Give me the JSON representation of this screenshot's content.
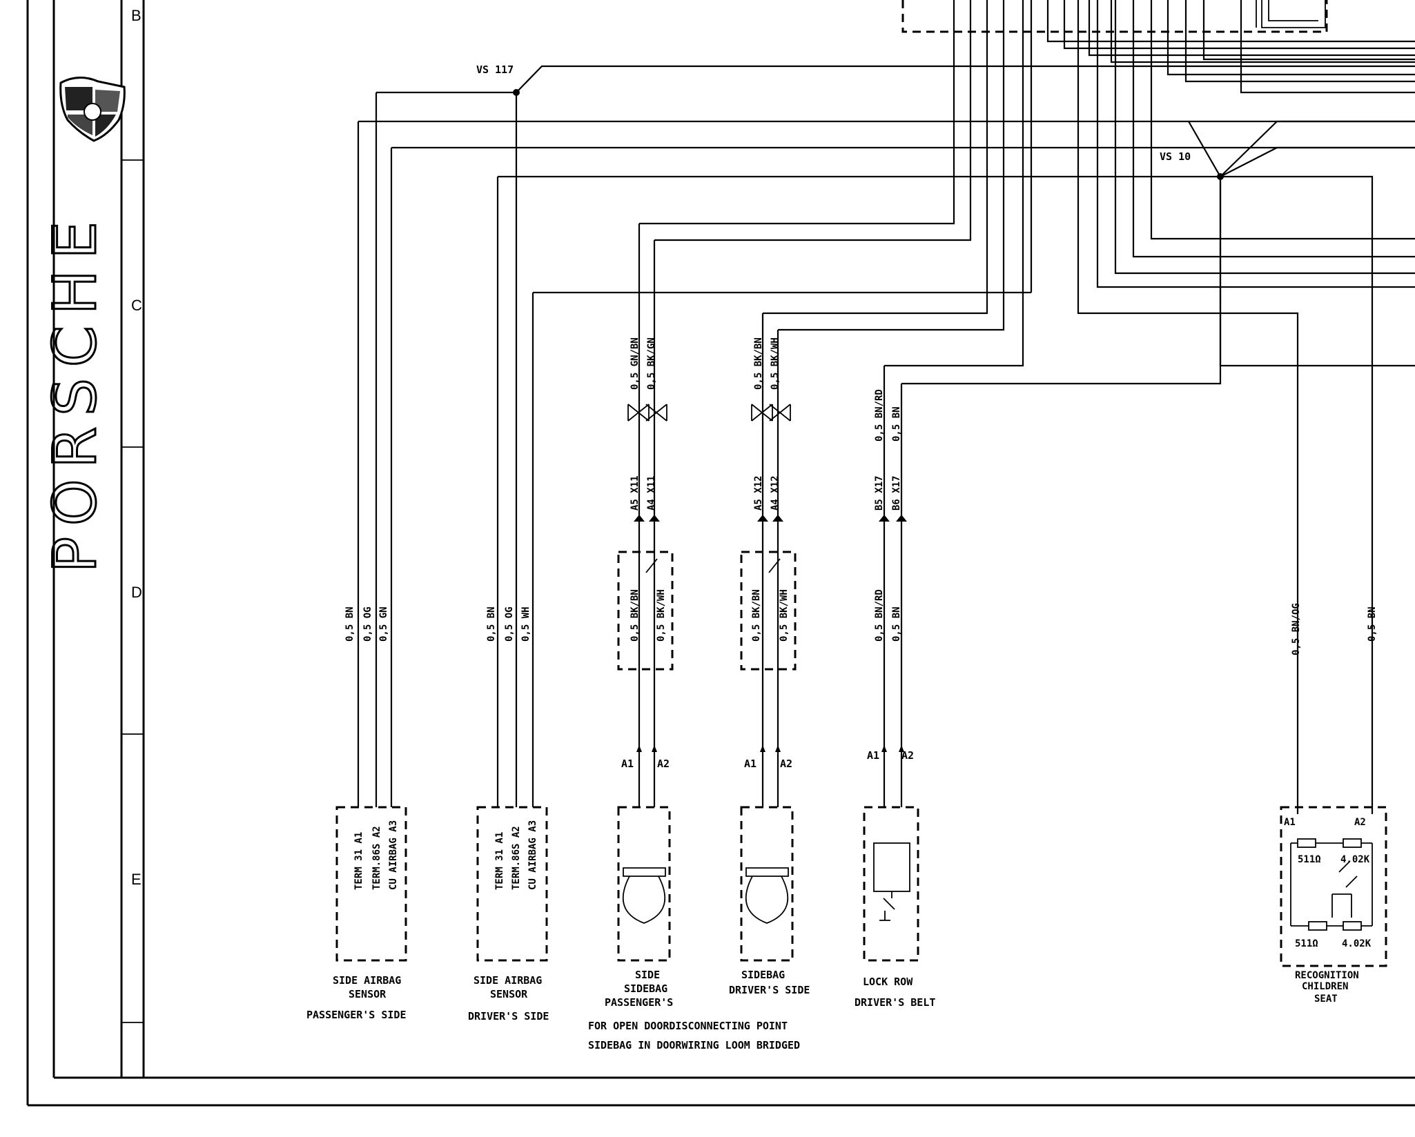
{
  "zones": [
    "B",
    "C",
    "D",
    "E"
  ],
  "brand": {
    "name": "PORSCHE"
  },
  "splices": [
    {
      "id": "vs117",
      "label": "VS 117"
    },
    {
      "id": "vs10",
      "label": "VS 10"
    }
  ],
  "sensors": [
    {
      "id": "passenger",
      "title": [
        "SIDE AIRBAG",
        "SENSOR",
        "PASSENGER'S SIDE"
      ],
      "pins": [
        "TERM 31 A1",
        "TERM.86S A2",
        "CU AIRBAG A3"
      ],
      "wires": [
        "0,5 BN",
        "0,5 OG",
        "0,5 GN"
      ]
    },
    {
      "id": "driver",
      "title": [
        "SIDE AIRBAG",
        "SENSOR",
        "DRIVER'S SIDE"
      ],
      "pins": [
        "TERM 31 A1",
        "TERM.86S A2",
        "CU AIRBAG A3"
      ],
      "wires": [
        "0,5 BN",
        "0,5 OG",
        "0,5 WH"
      ]
    }
  ],
  "sidebags": [
    {
      "id": "sidebag-passenger",
      "title": [
        "SIDE",
        "SIDEBAG",
        "PASSENGER'S"
      ],
      "top_wires": [
        "0,5 GN/BN",
        "0,5 BK/GN"
      ],
      "connectors": [
        "A5 X11",
        "A4 X11"
      ],
      "inner_wires": [
        "0,5 BK/BN",
        "0,5 BK/WH"
      ],
      "pins": [
        "A1",
        "A2"
      ]
    },
    {
      "id": "sidebag-driver",
      "title": [
        "SIDEBAG",
        "DRIVER'S SIDE"
      ],
      "top_wires": [
        "0,5 BK/BN",
        "0,5 BK/WH"
      ],
      "connectors": [
        "A5 X12",
        "A4 X12"
      ],
      "inner_wires": [
        "0,5 BK/BN",
        "0,5 BK/WH"
      ],
      "pins": [
        "A1",
        "A2"
      ]
    }
  ],
  "belt_lock": {
    "title": [
      "LOCK ROW",
      "DRIVER'S BELT"
    ],
    "top_wires": [
      "0,5 BN/RD",
      "0,5 BN"
    ],
    "connectors": [
      "B5 X17",
      "B6 X17"
    ],
    "lower_wires": [
      "0,5 BN/RD",
      "0,5 BN"
    ],
    "pins": [
      "A1",
      "A2"
    ]
  },
  "note": [
    "FOR OPEN DOORDISCONNECTING POINT",
    "SIDEBAG IN DOORWIRING LOOM BRIDGED"
  ],
  "child_seat": {
    "title": [
      "RECOGNITION",
      "CHILDREN",
      "SEAT"
    ],
    "wires": [
      "0,5 BN/OG",
      "0,5 BN"
    ],
    "pins": [
      "A1",
      "A2"
    ],
    "resistors": [
      "511Ω",
      "4.02K",
      "511Ω",
      "4.02K"
    ]
  }
}
